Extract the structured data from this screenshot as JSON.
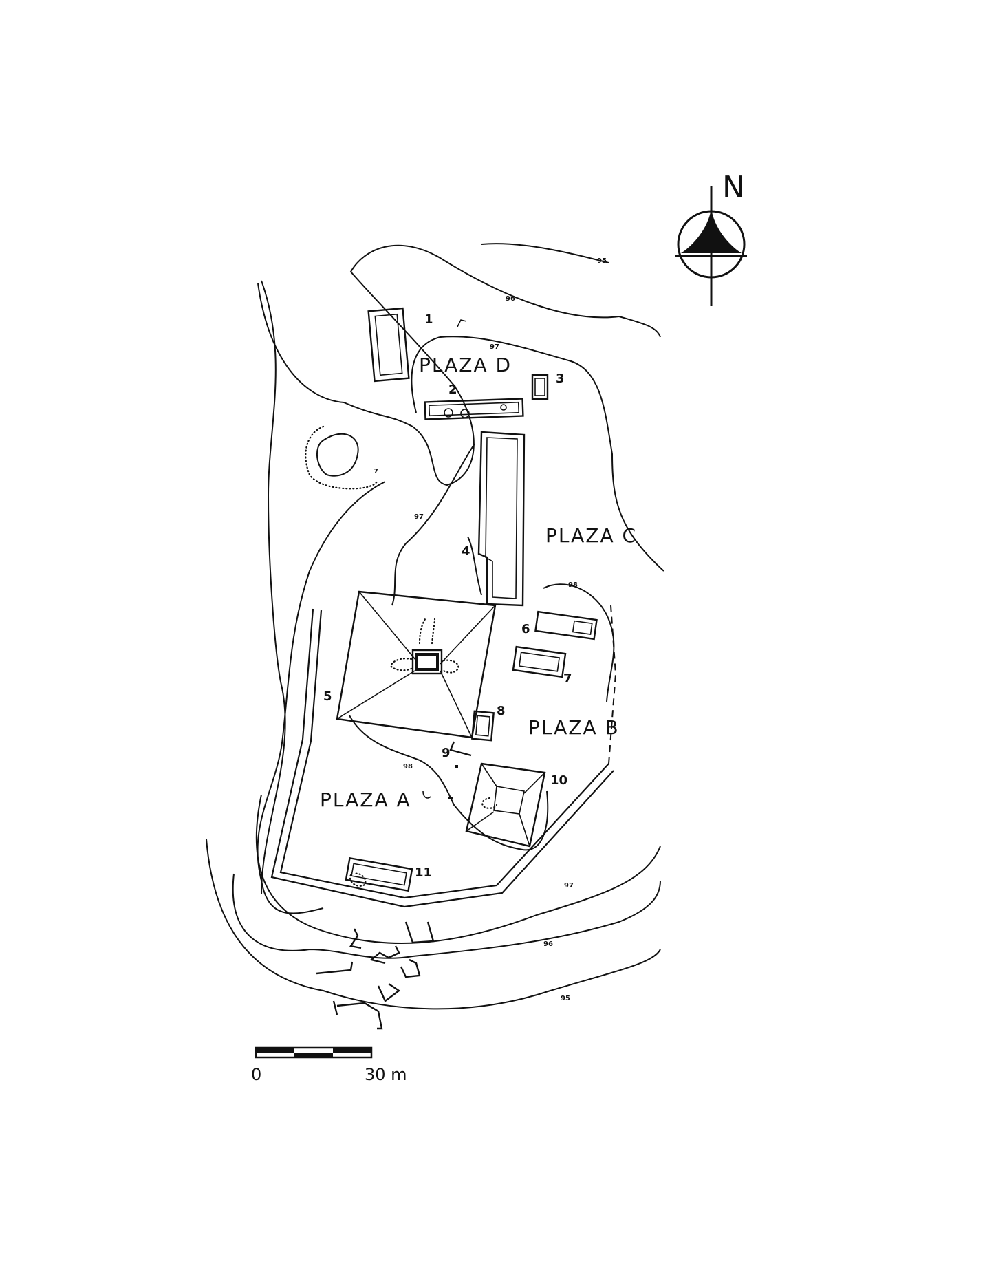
{
  "north": {
    "label": "N"
  },
  "scale": {
    "start": "0",
    "end": "30 m"
  },
  "plazas": [
    {
      "id": "a",
      "label": "PLAZA A"
    },
    {
      "id": "b",
      "label": "PLAZA B"
    },
    {
      "id": "c",
      "label": "PLAZA C"
    },
    {
      "id": "d",
      "label": "PLAZA D"
    }
  ],
  "structures": [
    "1",
    "2",
    "3",
    "4",
    "5",
    "6",
    "7",
    "8",
    "9",
    "10",
    "11"
  ],
  "contours": [
    "95",
    "96",
    "97",
    "98",
    "97",
    "98",
    "97",
    "96",
    "95",
    "7"
  ]
}
